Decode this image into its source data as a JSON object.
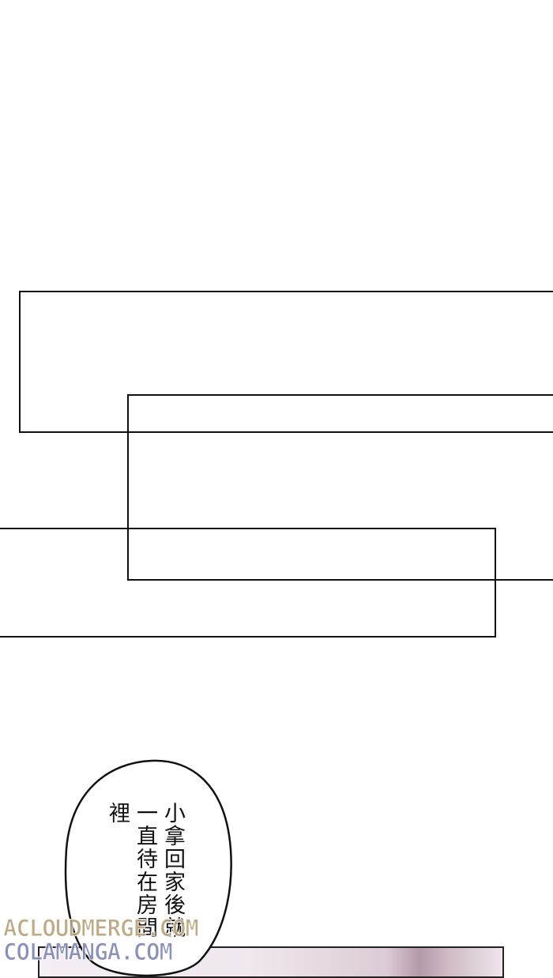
{
  "speech_bubble": {
    "lines": [
      "小拿回家後就",
      "一直待在房間",
      "裡"
    ]
  },
  "watermarks": [
    "ACLOUDMERGE.COM",
    "COLAMANGA.COM"
  ],
  "colors": {
    "line_art": "#111111",
    "background": "#ffffff",
    "watermark_1": "#b8a27a",
    "watermark_2": "#7e84b6"
  }
}
